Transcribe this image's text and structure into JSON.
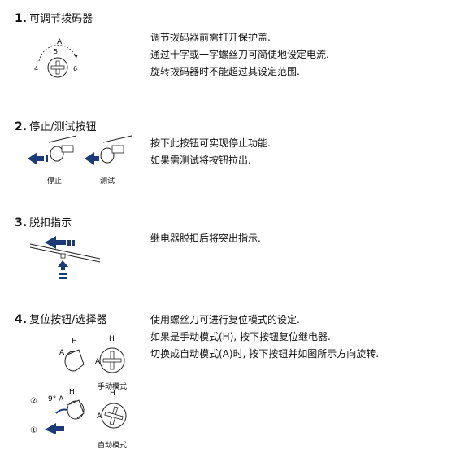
{
  "sections": [
    {
      "number": "1.",
      "title": "可调节拨码器",
      "lines": [
        "调节拨码器前需打开保护盖.",
        "通过十字或一字螺丝刀可简便地设定电流.",
        "旋转拨码器时不能超过其设定范围."
      ],
      "dial_labels": {
        "top": "A",
        "mid": "5",
        "left": "4",
        "right": "6"
      }
    },
    {
      "number": "2.",
      "title": "停止/测试按钮",
      "lines": [
        "按下此按钮可实现停止功能.",
        "如果需测试将按钮拉出."
      ],
      "captions": [
        "停止",
        "测试"
      ]
    },
    {
      "number": "3.",
      "title": "脱扣指示",
      "lines": [
        "继电器脱扣后将突出指示."
      ]
    },
    {
      "number": "4.",
      "title": "复位按钮/选择器",
      "lines": [
        "使用螺丝刀可进行复位模式的设定.",
        "如果是手动模式(H), 按下按钮复位继电器.",
        "切换成自动模式(A)时, 按下按钮并如图所示方向旋转."
      ],
      "manual": {
        "h": "H",
        "a": "A",
        "caption": "手动模式"
      },
      "auto": {
        "h": "H",
        "a": "A",
        "caption": "自动模式",
        "angle": "9° A",
        "step1": "①",
        "step2": "②"
      }
    }
  ]
}
